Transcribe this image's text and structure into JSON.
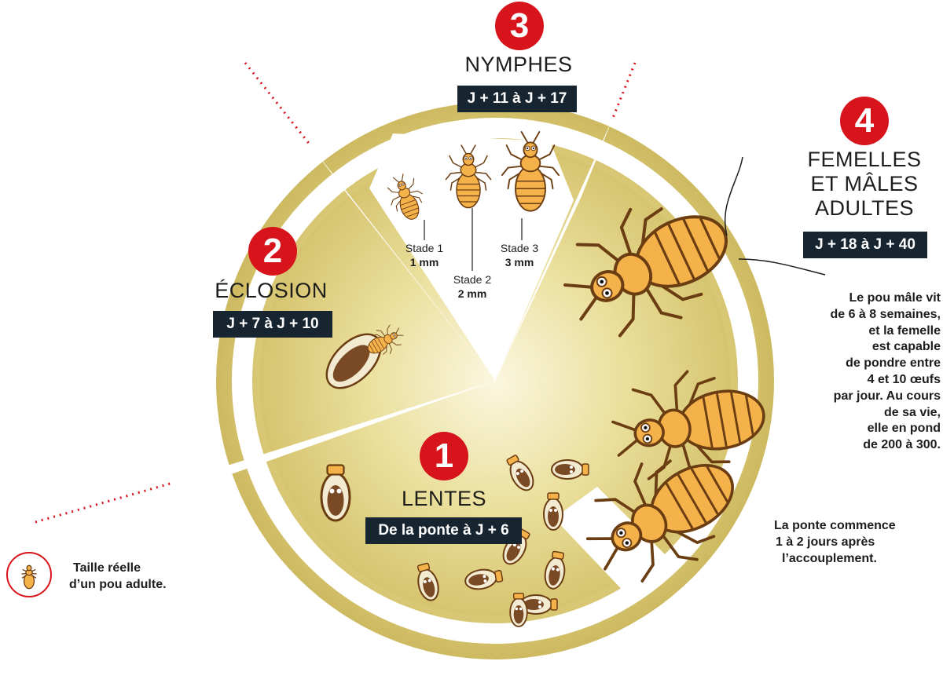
{
  "stages": [
    {
      "number": "1",
      "title": "LENTES",
      "period": "De la ponte à J + 6"
    },
    {
      "number": "2",
      "title": "ÉCLOSION",
      "period": "J + 7 à J + 10"
    },
    {
      "number": "3",
      "title": "NYMPHES",
      "period": "J + 11 à J + 17"
    },
    {
      "number": "4",
      "title_lines": [
        "FEMELLES",
        "ET MÂLES",
        "ADULTES"
      ],
      "period": "J + 18 à J + 40"
    }
  ],
  "nymph_stages": [
    {
      "label": "Stade 1",
      "size": "1 mm"
    },
    {
      "label": "Stade 2",
      "size": "2 mm"
    },
    {
      "label": "Stade 3",
      "size": "3 mm"
    }
  ],
  "adult_note_lines": [
    "Le pou mâle vit",
    "de 6 à 8 semaines,",
    "et la femelle",
    "est capable",
    "de pondre entre",
    "4 et 10 œufs",
    "par jour. Au cours",
    "de sa vie,",
    "elle en pond",
    "de 200 à 300."
  ],
  "laying_note_lines": [
    "La ponte commence",
    "1 à 2 jours après",
    "l’accouplement."
  ],
  "legend_lines": [
    "Taille réelle",
    "d’un pou adulte."
  ],
  "colors": {
    "accent_red": "#d7131b",
    "tag_dark": "#172530",
    "disc_yellow": "#e8dc9a",
    "louse_orange": "#f6b24a"
  }
}
